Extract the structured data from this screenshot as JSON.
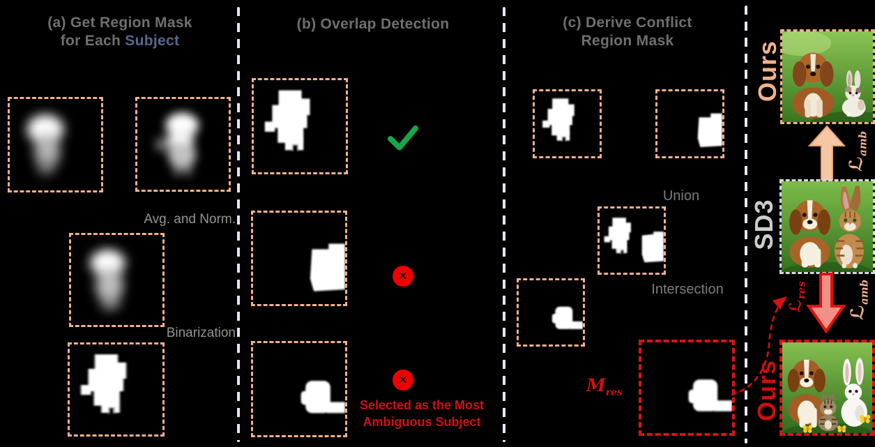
{
  "panel_a": {
    "title_line1": "(a) Get Region Mask",
    "title_line2_prefix": "for Each ",
    "title_line2_highlight": "Subject",
    "avg_label": "Avg. and Norm.",
    "bin_label": "Binarization"
  },
  "panel_b": {
    "title": "(b) Overlap Detection",
    "selected_line1": "Selected as the Most",
    "selected_line2": "Ambiguous Subject"
  },
  "panel_c": {
    "title_line1": "(c) Derive Conflict",
    "title_line2": "Region Mask",
    "union_label": "Union",
    "intersection_label": "Intersection",
    "mres_base": "M",
    "mres_sub": "res"
  },
  "right_column": {
    "ours_top": "Ours",
    "sd3": "SD3",
    "ours_bottom": "Ours",
    "loss_amb_base": "ℒ",
    "loss_amb_sub": "amb",
    "loss_res_base": "ℒ",
    "loss_res_sub": "res"
  },
  "icons": {
    "cross": "✕",
    "check": "✓"
  },
  "colors": {
    "peach": "#f1b18c",
    "red": "#dd1111",
    "green_check": "#1ba54a",
    "subject_blue": "#56688e",
    "separator": "#dfe9f3",
    "sd3_gray": "#cccccc"
  }
}
